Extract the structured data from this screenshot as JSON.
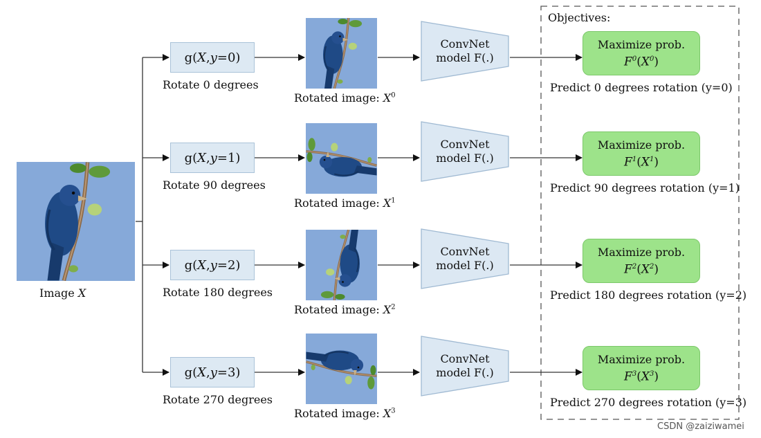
{
  "source": {
    "label": "Image ",
    "var": "X"
  },
  "rows": [
    {
      "g_prefix": "g(",
      "g_var": "X",
      "g_sep": ", ",
      "g_y": "y",
      "g_eq": "=0)",
      "rotate_label": "Rotate 0 degrees",
      "rotated_label": "Rotated image: ",
      "rotated_var": "X",
      "rotated_sup": "0",
      "convnet_line1": "ConvNet",
      "convnet_line2": "model F(.)",
      "objective_line1": "Maximize prob.",
      "objective_F": "F",
      "objective_sup1": "0",
      "objective_X": "X",
      "objective_sup2": "0",
      "predict_label": "Predict 0 degrees rotation (y=0)"
    },
    {
      "g_prefix": "g(",
      "g_var": "X",
      "g_sep": ", ",
      "g_y": "y",
      "g_eq": "=1)",
      "rotate_label": "Rotate 90 degrees",
      "rotated_label": "Rotated image: ",
      "rotated_var": "X",
      "rotated_sup": "1",
      "convnet_line1": "ConvNet",
      "convnet_line2": "model F(.)",
      "objective_line1": "Maximize prob.",
      "objective_F": "F",
      "objective_sup1": "1",
      "objective_X": "X",
      "objective_sup2": "1",
      "predict_label": "Predict 90 degrees rotation (y=1)"
    },
    {
      "g_prefix": "g(",
      "g_var": "X",
      "g_sep": ", ",
      "g_y": "y",
      "g_eq": "=2)",
      "rotate_label": "Rotate 180 degrees",
      "rotated_label": "Rotated image: ",
      "rotated_var": "X",
      "rotated_sup": "2",
      "convnet_line1": "ConvNet",
      "convnet_line2": "model F(.)",
      "objective_line1": "Maximize prob.",
      "objective_F": "F",
      "objective_sup1": "2",
      "objective_X": "X",
      "objective_sup2": "2",
      "predict_label": "Predict 180 degrees rotation (y=2)"
    },
    {
      "g_prefix": "g(",
      "g_var": "X",
      "g_sep": ", ",
      "g_y": "y",
      "g_eq": "=3)",
      "rotate_label": "Rotate 270 degrees",
      "rotated_label": "Rotated image: ",
      "rotated_var": "X",
      "rotated_sup": "3",
      "convnet_line1": "ConvNet",
      "convnet_line2": "model F(.)",
      "objective_line1": "Maximize prob.",
      "objective_F": "F",
      "objective_sup1": "3",
      "objective_X": "X",
      "objective_sup2": "3",
      "predict_label": "Predict 270 degrees rotation (y=3)"
    }
  ],
  "objectives_title": "Objectives:",
  "watermark": "CSDN @zaiziwamei",
  "colors": {
    "transform_box": "#dde9f3",
    "convnet": "#dce8f3",
    "objective": "#9de38a",
    "sky": "#86a9d9",
    "bird": "#1f4a86"
  }
}
